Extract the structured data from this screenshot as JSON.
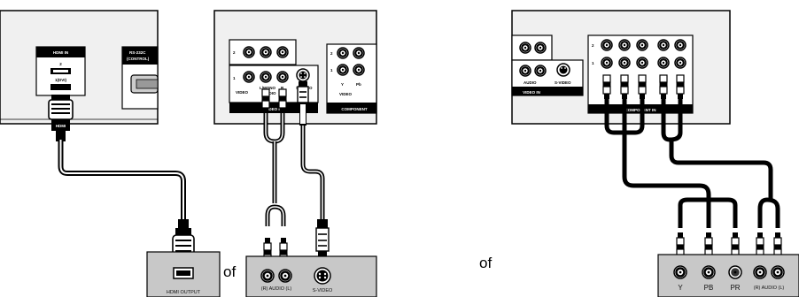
{
  "panel_left": {
    "hdmi_header": "HDMI IN",
    "hdmi_port_1": "2",
    "hdmi_port_2": "1(DVI)",
    "rs232_header": "RS-232C",
    "rs232_sub": "(CONTROL)",
    "cable_tag": "HDMI",
    "device_label": "HDMI OUTPUT"
  },
  "panel_middle": {
    "row_top": "2",
    "row_bottom": "1",
    "label_video": "VIDEO",
    "label_lr": "L/MONO",
    "label_audio": "AUDIO",
    "label_r": "R",
    "label_svideo": "S-VIDEO",
    "bar_text": "VIDEO IN",
    "comp_y": "Y",
    "comp_pb": "Pb",
    "comp_video": "VIDEO",
    "comp_bar": "COMPONENT",
    "dev_audio": "(R) AUDIO (L)",
    "dev_svideo": "S-VIDEO"
  },
  "panel_right": {
    "label_audio": "AUDIO",
    "label_svideo": "S-VIDEO",
    "bar_text": "VIDEO IN",
    "comp_bar": "COMPONENT IN",
    "dev_y": "Y",
    "dev_pb": "PB",
    "dev_pr": "PR",
    "dev_audio": "(R) AUDIO (L)"
  },
  "separators": {
    "or_1": "of",
    "or_2": "of"
  },
  "colors": {
    "panel_bg": "#f0f0f0",
    "device_bg": "#c8c8c8",
    "cable": "#000000",
    "jack_dark": "#1a1a1a"
  }
}
